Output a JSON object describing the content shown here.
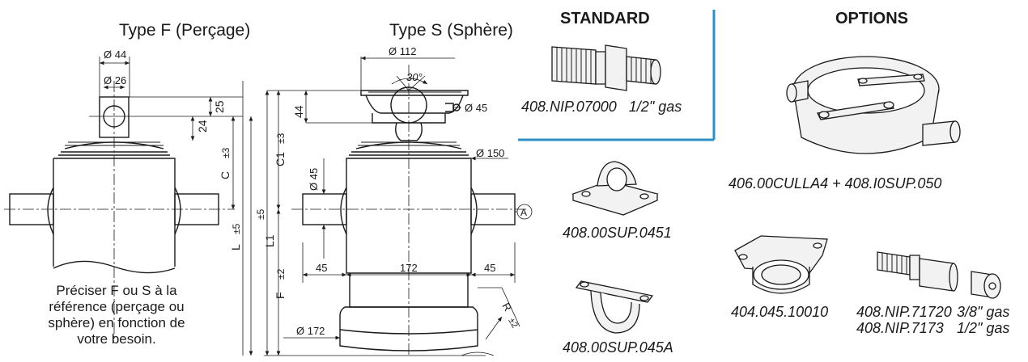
{
  "titles": {
    "type_f": "Type F (Perçage)",
    "type_s": "Type S (Sphère)"
  },
  "headers": {
    "standard": "STANDARD",
    "options": "OPTIONS"
  },
  "note": "Préciser F ou S à la référence (perçage ou sphère) en fonction de votre besoin.",
  "dimensions_f": {
    "d44": "Ø 44",
    "d26": "Ø 26",
    "d25": "25",
    "d24": "24",
    "c": "C",
    "c_tol": "±3",
    "l": "L",
    "l_tol": "±5"
  },
  "dimensions_s": {
    "d112": "Ø 112",
    "angle": "30°",
    "d44": "44",
    "d45_top": "Ø 45",
    "c1": "C1",
    "c1_tol": "±3",
    "d150": "Ø 150",
    "d45_side": "Ø 45",
    "l1": "L1",
    "l1_tol": "±5",
    "f": "F",
    "f_tol": "±2",
    "w45_left": "45",
    "w172": "172",
    "w45_right": "45",
    "d172": "Ø 172",
    "r": "R",
    "r_tol": "±2",
    "circle_a": "A"
  },
  "standard_parts": [
    {
      "ref": "408.NIP.07000",
      "spec": "1/2\" gas"
    }
  ],
  "support_parts": [
    {
      "ref": "408.00SUP.0451"
    },
    {
      "ref": "408.00SUP.045A"
    }
  ],
  "option_parts": [
    {
      "ref": "406.00CULLA4 + 408.I0SUP.050"
    },
    {
      "ref": "404.045.10010"
    },
    {
      "ref": "408.NIP.71720",
      "spec": "3/8\" gas"
    },
    {
      "ref": "408.NIP.7173",
      "spec": "1/2\" gas"
    }
  ],
  "colors": {
    "separator": "#2f8fc7",
    "line": "#1a1a1a"
  }
}
